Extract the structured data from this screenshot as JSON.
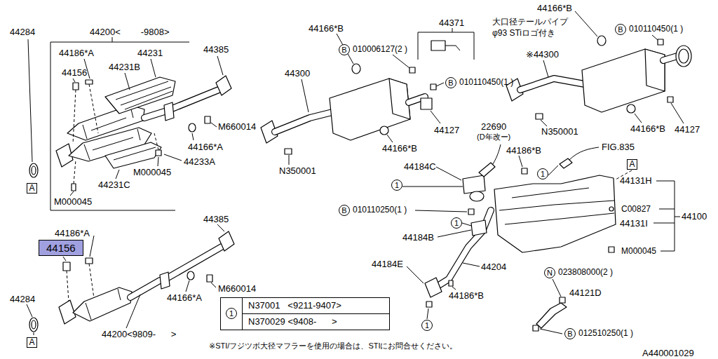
{
  "diagram": {
    "nodes": [
      {
        "text": [
          "B"
        ]
      },
      {
        "text": [
          "B"
        ]
      },
      {
        "text": [
          "B"
        ]
      },
      {
        "text": [
          "A"
        ]
      },
      {
        "text": [
          "1"
        ]
      },
      {
        "text": [
          "1"
        ]
      },
      {
        "text": [
          "A"
        ]
      },
      {
        "text": [
          "B"
        ]
      },
      {
        "text": [
          "1"
        ]
      },
      {
        "text": [
          "44156"
        ]
      },
      {
        "text": [
          "N"
        ]
      },
      {
        "text": [
          "N37001   <9211-9407>",
          "N370029 <9408-      >"
        ]
      },
      {
        "text": [
          "1"
        ],
        "in": 11
      },
      {
        "text": [
          "1"
        ]
      },
      {
        "text": [
          "B"
        ]
      },
      {
        "text": [
          "A"
        ]
      }
    ],
    "labels": [
      "44284",
      "44200<        -9808>",
      "44186*A",
      "44231",
      "44231B",
      "44156",
      "44385",
      "M660014",
      "44166*A",
      "44233A",
      "M000045",
      "44231C",
      "M000045",
      "44385",
      "44186*A",
      "M660014",
      "44166*A",
      "44284",
      "44200<9809-      >",
      "44166*B",
      "44371",
      "010006127(2 )",
      "44300",
      "010110450(1 )",
      "44127",
      "44166*B",
      "N350001",
      "大口径テールパイプ",
      "φ93 STiロゴ付き",
      "44166*B",
      "010110450(1 )",
      "※44300",
      "44127",
      "44166*B",
      "N350001",
      "22690",
      "(D年改ー)",
      "44186*B",
      "FIG.835",
      "44184C",
      "44131H",
      "010110250(1 )",
      "C00827",
      "44131I",
      "44100",
      "44184B",
      "M000045",
      "44184E",
      "44204",
      "023808000(2 )",
      "44186*B",
      "44121D",
      "012510250(1 )",
      "※STI/フジツボ大径マフラーを使用の場合は、STIにお問合せください。",
      "A440001029"
    ]
  }
}
